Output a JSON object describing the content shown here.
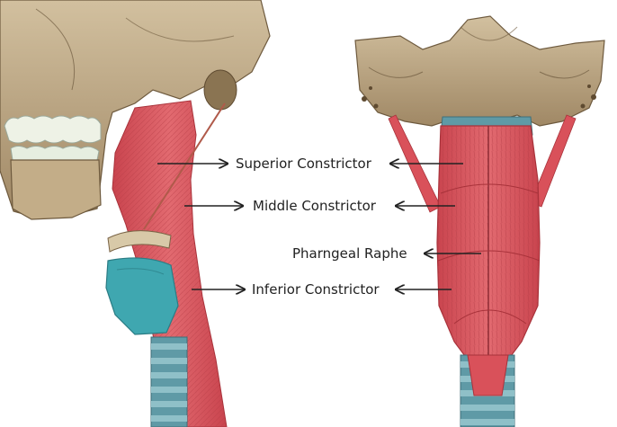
{
  "labels": {
    "superior": "Superior Constrictor",
    "middle": "Middle Constrictor",
    "raphe": "Pharngeal Raphe",
    "inferior": "Inferior Constrictor"
  },
  "colors": {
    "bone": "#bca784",
    "bone_dark": "#7a6446",
    "muscle": "#d9515a",
    "muscle_light": "#e98a8a",
    "muscle_dark": "#a8323a",
    "cartilage": "#3fa7b0",
    "trachea": "#5f9aa6",
    "teeth": "#eef2e6",
    "arrow": "#222222"
  }
}
